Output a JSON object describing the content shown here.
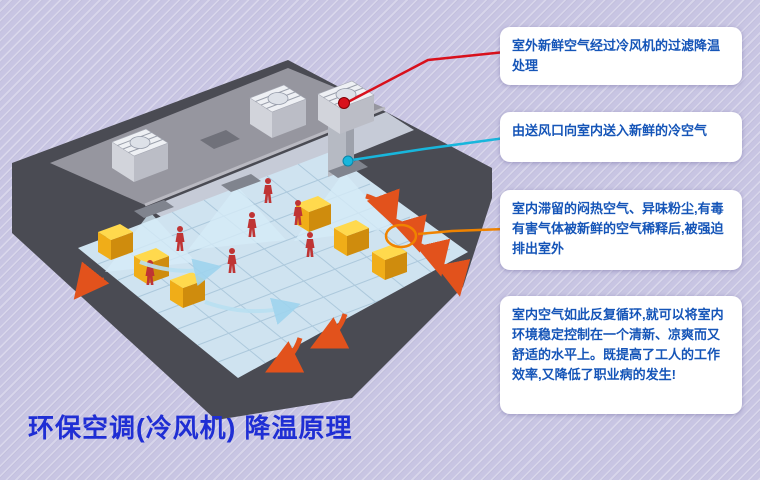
{
  "page": {
    "title": "环保空调(冷风机) 降温原理",
    "background_color": "#c8c5e3",
    "title_color": "#1f2ed4"
  },
  "callouts": [
    {
      "text": "室外新鲜空气经过冷风机的过滤降温处理"
    },
    {
      "text": "由送风口向室内送入新鲜的冷空气"
    },
    {
      "text": "室内滞留的闷热空气、异味粉尘,有毒有害气体被新鲜的空气稀释后,被强迫排出室外"
    },
    {
      "text": "室内空气如此反复循环,就可以将室内环境稳定控制在一个清新、凉爽而又舒适的水平上。既提高了工人的工作效率,又降低了职业病的发生!"
    }
  ],
  "colors": {
    "connector_red": "#d8101c",
    "connector_cyan": "#18b6dc",
    "connector_orange": "#f08300",
    "callout_text": "#1555b8",
    "exhaust_arrow": "#e2521c",
    "indoor_airflow": "#b9e0f2",
    "air_cone": "#d6ecf8",
    "machine_yellow": "#ffd94d",
    "worker_red": "#bf3434",
    "building_shell": "#4a4b53",
    "floor_blue": "#cfe3f0"
  }
}
